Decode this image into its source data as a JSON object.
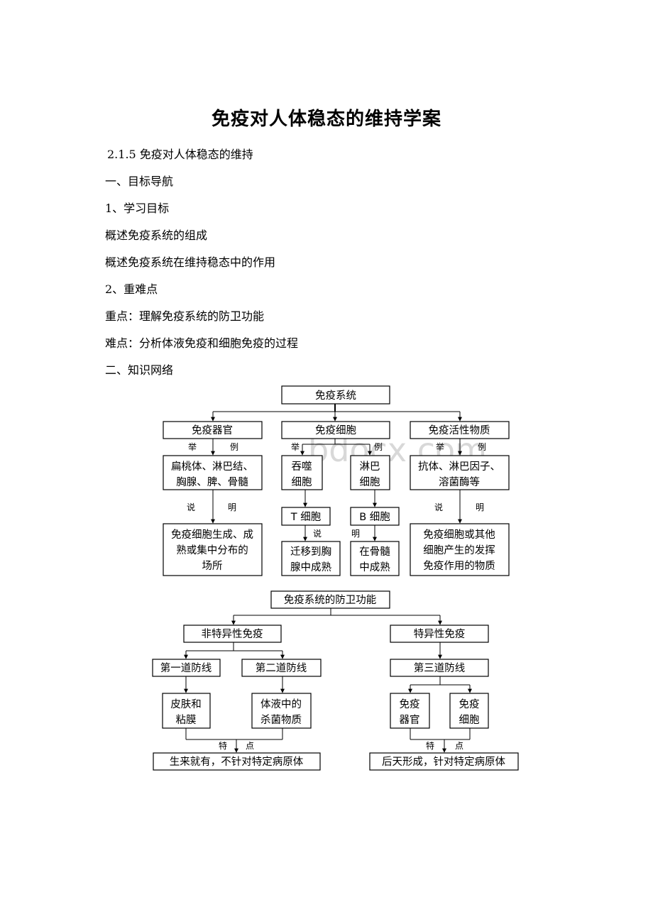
{
  "doc_title": "免疫对人体稳态的维持学案",
  "lines": [
    "2.1.5 免疫对人体稳态的维持",
    "一、目标导航",
    "1、学习目标",
    "概述免疫系统的组成",
    "概述免疫系统在维持稳态中的作用",
    "2、重难点",
    "重点：理解免疫系统的防卫功能",
    "难点：分析体液免疫和细胞免疫的过程",
    "二、知识网络"
  ],
  "watermark": "bdocx.com",
  "diagram1": {
    "root": "免疫系统",
    "organs": "免疫器官",
    "cells": "免疫细胞",
    "substances": "免疫活性物质",
    "organ_examples_1": "扁桃体、淋巴结、",
    "organ_examples_2": "胸腺、脾、骨髓",
    "organ_desc_1": "免疫细胞生成、成",
    "organ_desc_2": "熟或集中分布的",
    "organ_desc_3": "场所",
    "phago_1": "吞噬",
    "phago_2": "细胞",
    "lympho_1": "淋巴",
    "lympho_2": "细胞",
    "tcell": "T 细胞",
    "bcell": "B 细胞",
    "t_desc_1": "迁移到胸",
    "t_desc_2": "腺中成熟",
    "b_desc_1": "在骨髓",
    "b_desc_2": "中成熟",
    "sub_examples_1": "抗体、淋巴因子、",
    "sub_examples_2": "溶菌酶等",
    "sub_desc_1": "免疫细胞或其他",
    "sub_desc_2": "细胞产生的发挥",
    "sub_desc_3": "免疫作用的物质",
    "ju": "举",
    "li": "例",
    "shuo": "说",
    "ming": "明"
  },
  "diagram2": {
    "root": "免疫系统的防卫功能",
    "nonspecific": "非特异性免疫",
    "specific": "特异性免疫",
    "first_line": "第一道防线",
    "second_line": "第二道防线",
    "third_line": "第三道防线",
    "skin_1": "皮肤和",
    "skin_2": "粘膜",
    "fluid_1": "体液中的",
    "fluid_2": "杀菌物质",
    "organs_1": "免疫",
    "organs_2": "器官",
    "cells_1": "免疫",
    "cells_2": "细胞",
    "te": "特",
    "dian": "点",
    "nonspecific_feature": "生来就有，不针对特定病原体",
    "specific_feature": "后天形成，针对特定病原体"
  }
}
